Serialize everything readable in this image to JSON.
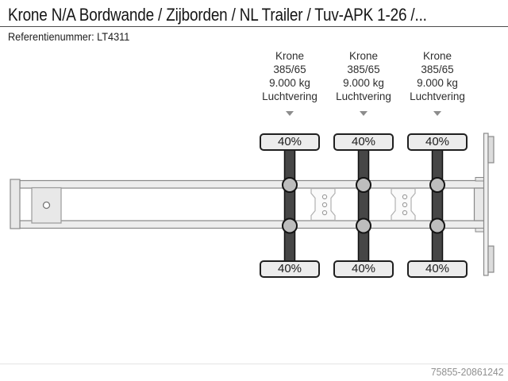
{
  "header": {
    "title": "Krone N/A Bordwande / Zijborden / NL Trailer / Tuv-APK 1-26 /...",
    "reference": "Referentienummer: LT4311"
  },
  "axles": [
    {
      "brand": "Krone",
      "tyre_size": "385/65",
      "load": "9.000 kg",
      "suspension": "Luchtvering",
      "tread_top": "40%",
      "tread_bottom": "40%"
    },
    {
      "brand": "Krone",
      "tyre_size": "385/65",
      "load": "9.000 kg",
      "suspension": "Luchtvering",
      "tread_top": "40%",
      "tread_bottom": "40%"
    },
    {
      "brand": "Krone",
      "tyre_size": "385/65",
      "load": "9.000 kg",
      "suspension": "Luchtvering",
      "tread_top": "40%",
      "tread_bottom": "40%"
    }
  ],
  "footer": {
    "listing_id": "75855-20861242"
  },
  "icons": {
    "axle_dropdown": "triangle-down"
  },
  "colors": {
    "outline_gray": "#8c8c8c",
    "panel_fill": "#ededed",
    "axle_dark": "#464646",
    "bellow_fill": "#bdbdbd",
    "badge_fill": "#ececec",
    "badge_border": "#1f1f1f",
    "arrow_gray": "#8c8c8c",
    "footer_text": "#8f8f8f"
  }
}
